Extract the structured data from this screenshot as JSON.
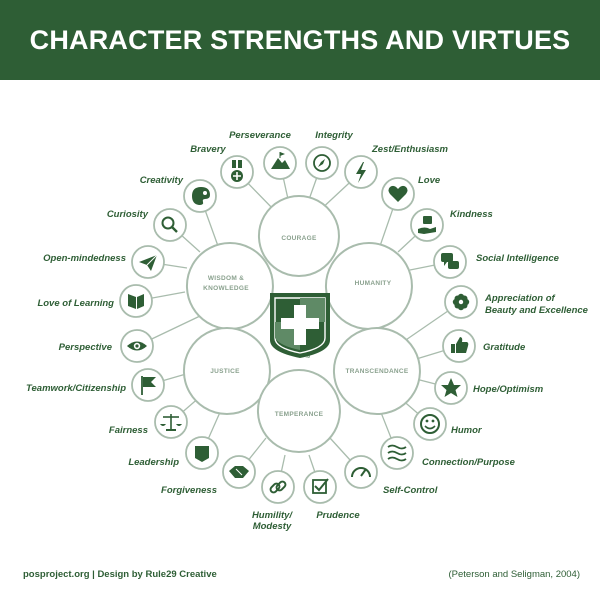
{
  "title": "CHARACTER STRENGTHS AND VIRTUES",
  "virtues": {
    "courage": "COURAGE",
    "wisdom": [
      "WISDOM &",
      "KNOWLEDGE"
    ],
    "humanity": "HUMANITY",
    "justice": "JUSTICE",
    "transcendance": "TRANSCENDANCE",
    "temperance": "TEMPERANCE"
  },
  "strengths": {
    "perseverance": "Perseverance",
    "integrity": "Integrity",
    "bravery": "Bravery",
    "zest": "Zest/Enthusiasm",
    "creativity": "Creativity",
    "love": "Love",
    "curiosity": "Curiosity",
    "kindness": "Kindness",
    "open_mindedness": "Open-mindedness",
    "social_intelligence": "Social Intelligence",
    "love_of_learning": "Love of Learning",
    "appreciation": [
      "Appreciation of",
      "Beauty and Excellence"
    ],
    "perspective": "Perspective",
    "gratitude": "Gratitude",
    "teamwork": "Teamwork/Citizenship",
    "hope": "Hope/Optimism",
    "fairness": "Fairness",
    "humor": "Humor",
    "leadership": "Leadership",
    "connection": "Connection/Purpose",
    "forgiveness": "Forgiveness",
    "self_control": "Self-Control",
    "humility": [
      "Humility/",
      "Modesty"
    ],
    "prudence": "Prudence"
  },
  "logo_mark": "TM",
  "footer": {
    "left": "posproject.org  |  Design by Rule29 Creative",
    "right": "(Peterson and Seligman, 2004)"
  },
  "colors": {
    "primary": "#2e5e35",
    "light": "#8aa18e",
    "line": "#a9bcad",
    "background": "#ffffff"
  }
}
